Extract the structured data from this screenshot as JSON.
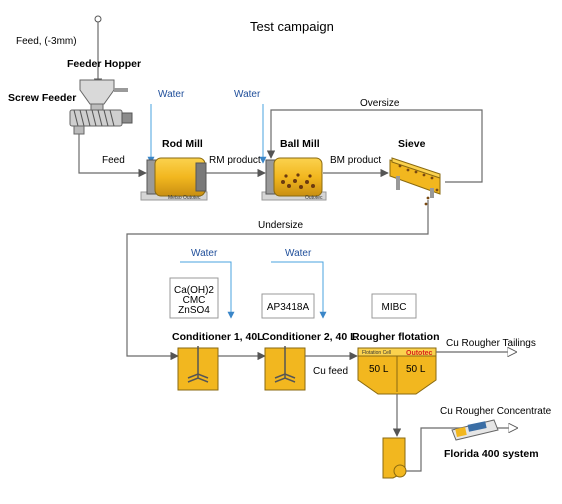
{
  "title": "Test campaign",
  "labels": {
    "feed_input": "Feed, (-3mm)",
    "feeder_hopper": "Feeder Hopper",
    "screw_feeder": "Screw Feeder",
    "feed": "Feed",
    "rod_mill": "Rod Mill",
    "ball_mill": "Ball Mill",
    "sieve": "Sieve",
    "oversize": "Oversize",
    "rm_product": "RM product",
    "bm_product": "BM product",
    "undersize": "Undersize",
    "conditioner1": "Conditioner 1, 40L",
    "conditioner2": "Conditioner 2, 40 L",
    "rougher_flotation": "Rougher flotation",
    "cu_feed": "Cu feed",
    "cu_rougher_tailings": "Cu Rougher Tailings",
    "cu_rougher_concentrate": "Cu Rougher Concentrate",
    "florida_system": "Florida 400 system",
    "water_rod": "Water",
    "water_ball": "Water",
    "water_c1": "Water",
    "water_c2": "Water",
    "cell_left_vol": "50 L",
    "cell_right_vol": "50 L",
    "rod_mill_brand": "Metso Outotec",
    "ball_mill_brand": "Outotec",
    "cell_brand": "Outotec",
    "cell_tag": "Flotation Cell"
  },
  "reagents": {
    "c1": [
      "Ca(OH)2",
      "CMC",
      "ZnSO4"
    ],
    "c2": "AP3418A",
    "rougher": "MIBC"
  },
  "colors": {
    "equipment": "#f2b71f",
    "equipment_edge": "#b8860b",
    "water_line": "#4aa3df",
    "flow_line": "#6b6b6b",
    "outotec_red": "#d9261c"
  }
}
